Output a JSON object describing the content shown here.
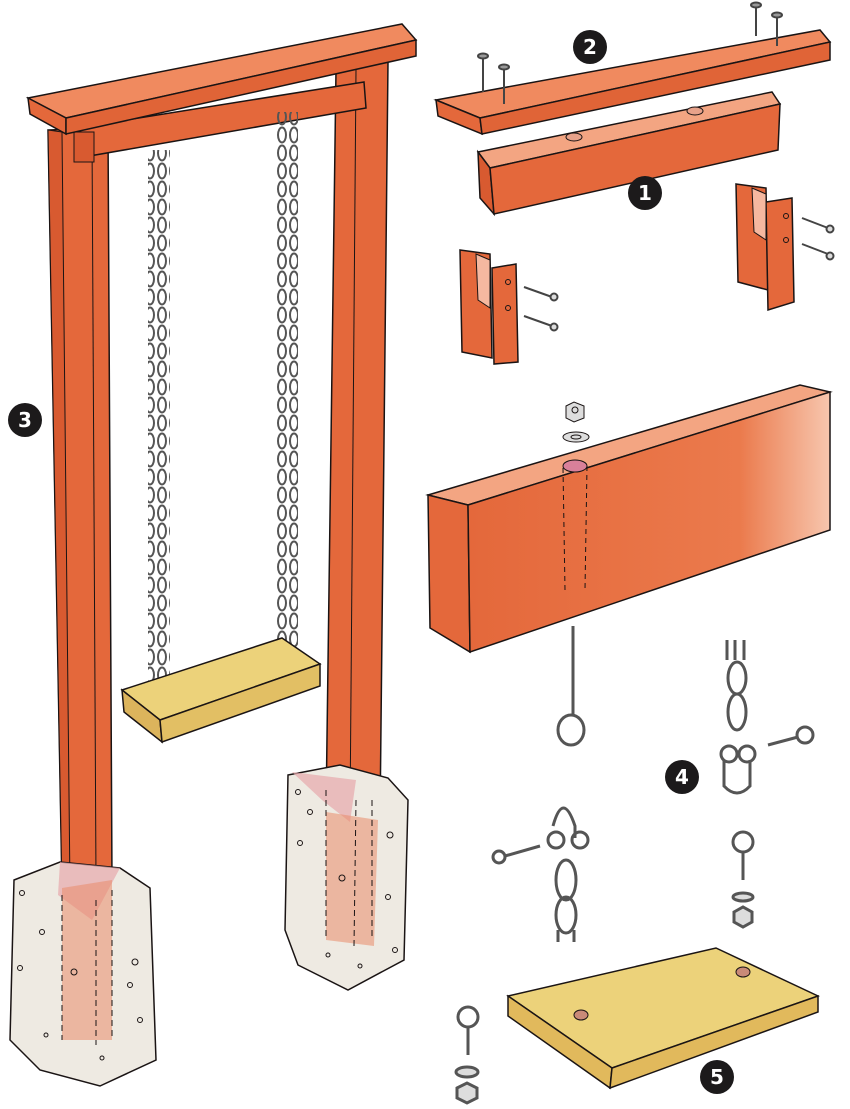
{
  "diagram": {
    "subject": "Wooden swing frame assembly",
    "colors": {
      "wood_red": "#e4683b",
      "wood_red_light": "#f0946a",
      "wood_red_dark": "#c9522b",
      "seat_yellow": "#e9cf73",
      "seat_edge": "#d9b35a",
      "concrete": "#eeeae2",
      "metal": "#cfcdcd",
      "outline": "#1a1414",
      "badge_bg": "#1c1a1b",
      "badge_text": "#ffffff"
    },
    "callouts": [
      {
        "id": "1",
        "label": "1",
        "part": "crossbeam"
      },
      {
        "id": "2",
        "label": "2",
        "part": "top-cap-board"
      },
      {
        "id": "3",
        "label": "3",
        "part": "post"
      },
      {
        "id": "4",
        "label": "4",
        "part": "chain-shackle-hardware"
      },
      {
        "id": "5",
        "label": "5",
        "part": "seat"
      }
    ],
    "components": {
      "assembled_swing": {
        "posts": 2,
        "chains": 2,
        "footings": 2
      },
      "exploded_parts": [
        "top cap board with 4 nails",
        "crossbeam with 2 holes",
        "2 notched post tops with 2 screws each",
        "crossbeam section with eye bolt, washer and nut",
        "eye bolt",
        "chain with shackle and pin",
        "eye bolt with washer and nut",
        "seat board with 2 holes"
      ]
    }
  }
}
